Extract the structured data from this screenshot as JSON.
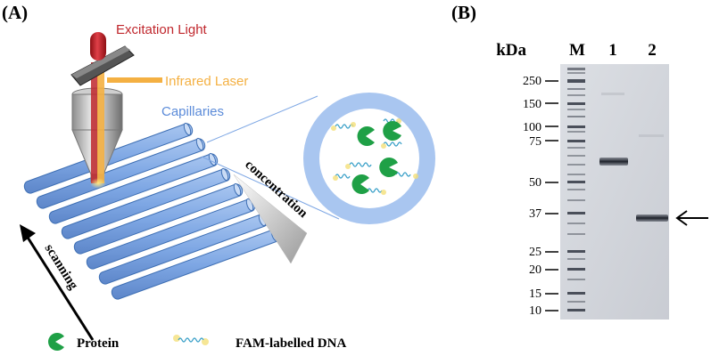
{
  "panels": {
    "a_label": "(A)",
    "b_label": "(B)"
  },
  "diagram": {
    "excitation_light": "Excitation Light",
    "infrared_laser": "Infrared Laser",
    "capillaries": "Capillaries",
    "concentration": "concentration",
    "scanning": "scanning",
    "legend": {
      "protein": "Protein",
      "dna": "FAM-labelled DNA"
    },
    "colors": {
      "excitation": "#c0272d",
      "laser": "#f4b042",
      "capillary": "#7ea7e4",
      "capillary_text": "#5b8bd9",
      "protein": "#1fa046"
    }
  },
  "gel": {
    "unit_label": "kDa",
    "lanes": [
      "M",
      "1",
      "2"
    ],
    "markers": [
      "250",
      "150",
      "100",
      "75",
      "50",
      "37",
      "25",
      "20",
      "15",
      "10"
    ]
  }
}
